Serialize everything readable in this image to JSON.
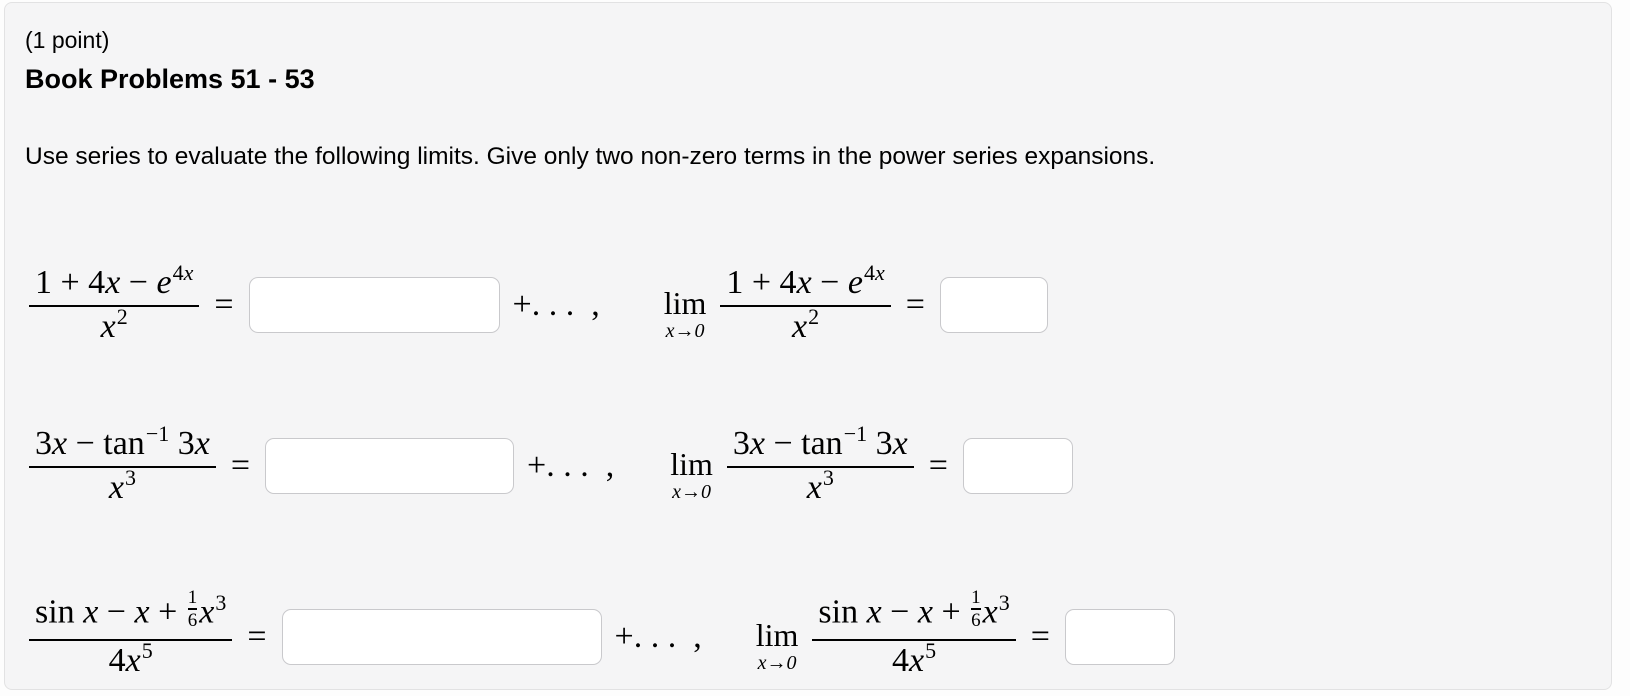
{
  "header": {
    "points": "(1 point)",
    "title": "Book Problems 51 - 53",
    "instructions": "Use series to evaluate the following limits. Give only two non-zero terms in the power series expansions."
  },
  "symbols": {
    "equals": "=",
    "plus_dots": "+. . .  ,",
    "lim": "lim",
    "lim_sub": "x→0"
  },
  "rows": [
    {
      "numerator": {
        "a": "1 + 4",
        "b": "x",
        "c": " − ",
        "d": "e",
        "sup_a": "4",
        "sup_b": "x"
      },
      "denominator": {
        "base": "x",
        "sup": "2"
      }
    },
    {
      "numerator": {
        "a": "3",
        "b": "x",
        "c": " − tan",
        "sup": "−1",
        "d": " 3",
        "e": "x"
      },
      "denominator": {
        "base": "x",
        "sup": "3"
      }
    },
    {
      "numerator": {
        "fn": "sin ",
        "a": "x",
        "b": " − ",
        "c": "x",
        "d": " + ",
        "frac_num": "1",
        "frac_den": "6",
        "e": "x",
        "sup": "3"
      },
      "denominator": {
        "base_a": "4",
        "base_b": "x",
        "sup": "5"
      }
    }
  ]
}
